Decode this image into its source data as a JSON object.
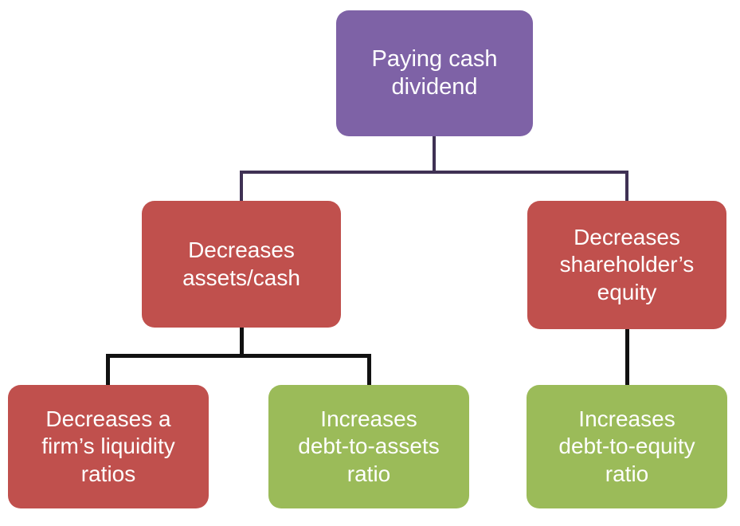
{
  "diagram": {
    "title": "Paying cash dividend effects flowchart",
    "background_color": "#ffffff",
    "colors": {
      "root_fill": "#7e62a6",
      "negative_fill": "#c0504d",
      "positive_fill": "#9bbb59",
      "root_connector": "#3f3154",
      "branch_connector": "#111111",
      "node_text": "#ffffff"
    },
    "nodes": {
      "root": {
        "label": "Paying cash\ndividend",
        "line1": "Paying cash",
        "line2": "dividend",
        "fill": "#7e62a6"
      },
      "level2_left": {
        "label": "Decreases\nassets/cash",
        "line1": "Decreases",
        "line2": "assets/cash",
        "fill": "#c0504d"
      },
      "level2_right": {
        "label": "Decreases\nshareholder’s\nequity",
        "line1": "Decreases",
        "line2": "shareholder’s",
        "line3": "equity",
        "fill": "#c0504d"
      },
      "level3_left": {
        "label": "Decreases a\nfirm’s liquidity\nratios",
        "line1": "Decreases a",
        "line2": "firm’s liquidity",
        "line3": "ratios",
        "fill": "#c0504d"
      },
      "level3_middle": {
        "label": "Increases\ndebt-to-assets\nratio",
        "line1": "Increases",
        "line2": "debt-to-assets",
        "line3": "ratio",
        "fill": "#9bbb59"
      },
      "level3_right": {
        "label": "Increases\ndebt-to-equity\nratio",
        "line1": "Increases",
        "line2": "debt-to-equity",
        "line3": "ratio",
        "fill": "#9bbb59"
      }
    },
    "edges": [
      {
        "from": "root",
        "to": "level2_left"
      },
      {
        "from": "root",
        "to": "level2_right"
      },
      {
        "from": "level2_left",
        "to": "level3_left"
      },
      {
        "from": "level2_left",
        "to": "level3_middle"
      },
      {
        "from": "level2_right",
        "to": "level3_right"
      }
    ]
  }
}
